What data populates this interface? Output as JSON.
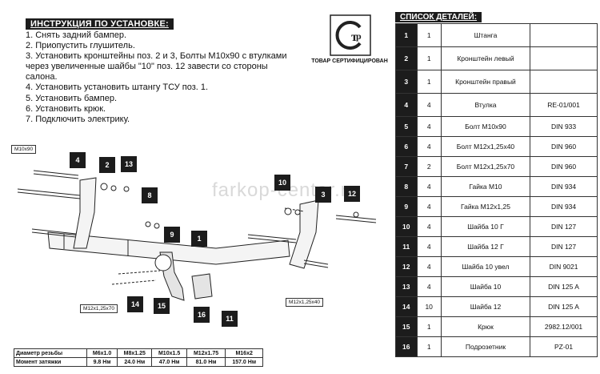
{
  "instructions": {
    "title": "ИНСТРУКЦИЯ ПО УСТАНОВКЕ:",
    "steps": "1. Снять задний бампер.\n2. Приопустить глушитель.\n3. Установить кронштейны поз. 2 и 3, Болты М10х90 с втулками\nчерез увеличенные шайбы \"10\" поз. 12 завести со стороны салона.\n4. Установить установить штангу ТСУ поз. 1.\n5. Установить бампер.\n6. Установить крюк.\n7. Подключить электрику."
  },
  "certification": {
    "text": "ТОВАР СЕРТИФИЦИРОВАН"
  },
  "watermark": "farkop-center.ru",
  "parts": {
    "title": "СПИСОК ДЕТАЛЕЙ:",
    "rows": [
      {
        "num": "1",
        "qty": "1",
        "name": "Штанга",
        "std": ""
      },
      {
        "num": "2",
        "qty": "1",
        "name": "Кронштейн левый",
        "std": ""
      },
      {
        "num": "3",
        "qty": "1",
        "name": "Кронштейн правый",
        "std": ""
      },
      {
        "num": "4",
        "qty": "4",
        "name": "Втулка",
        "std": "RE-01/001"
      },
      {
        "num": "5",
        "qty": "4",
        "name": "Болт М10х90",
        "std": "DIN 933"
      },
      {
        "num": "6",
        "qty": "4",
        "name": "Болт М12х1,25х40",
        "std": "DIN 960"
      },
      {
        "num": "7",
        "qty": "2",
        "name": "Болт М12х1,25х70",
        "std": "DIN 960"
      },
      {
        "num": "8",
        "qty": "4",
        "name": "Гайка М10",
        "std": "DIN 934"
      },
      {
        "num": "9",
        "qty": "4",
        "name": "Гайка М12х1,25",
        "std": "DIN 934"
      },
      {
        "num": "10",
        "qty": "4",
        "name": "Шайба 10 Г",
        "std": "DIN 127"
      },
      {
        "num": "11",
        "qty": "4",
        "name": "Шайба 12 Г",
        "std": "DIN 127"
      },
      {
        "num": "12",
        "qty": "4",
        "name": "Шайба 10 увел",
        "std": "DIN 9021"
      },
      {
        "num": "13",
        "qty": "4",
        "name": "Шайба 10",
        "std": "DIN 125 A"
      },
      {
        "num": "14",
        "qty": "10",
        "name": "Шайба 12",
        "std": "DIN 125 A"
      },
      {
        "num": "15",
        "qty": "1",
        "name": "Крюк",
        "std": "2982.12/001"
      },
      {
        "num": "16",
        "qty": "1",
        "name": "Подрозетник",
        "std": "PZ-01"
      }
    ]
  },
  "diagram": {
    "bolt_labels": [
      "M10x90",
      "M12x1,25x70",
      "M12x1,25x40"
    ],
    "callouts": [
      "4",
      "2",
      "13",
      "8",
      "10",
      "3",
      "12",
      "9",
      "1",
      "14",
      "15",
      "16",
      "11"
    ]
  },
  "torque": {
    "row1_label": "Диаметр резьбы",
    "row2_label": "Момент затяжки",
    "threads": [
      "M6x1.0",
      "M8x1.25",
      "M10x1.5",
      "M12x1.75",
      "M16x2"
    ],
    "torques": [
      "9.8 Нм",
      "24.0 Нм",
      "47.0 Нм",
      "81.0 Нм",
      "157.0 Нм"
    ]
  }
}
